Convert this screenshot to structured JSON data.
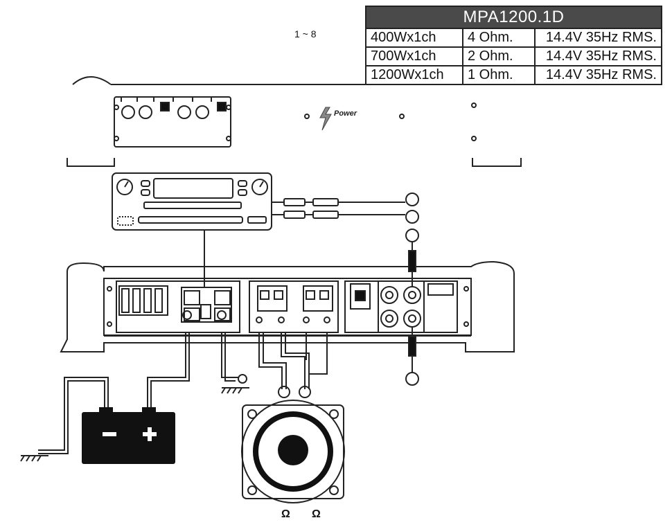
{
  "spec_table": {
    "title": "MPA1200.1D",
    "rows": [
      {
        "power": "400Wx1ch",
        "impedance": "4 Ohm.",
        "rating": "14.4V 35Hz RMS."
      },
      {
        "power": "700Wx1ch",
        "impedance": "2 Ohm.",
        "rating": "14.4V 35Hz RMS."
      },
      {
        "power": "1200Wx1ch",
        "impedance": "1 Ohm.",
        "rating": "14.4V 35Hz RMS."
      }
    ]
  },
  "range_label": "1 ~ 8",
  "brand_label": "Power",
  "speaker_terminals": [
    "Ω",
    "Ω"
  ],
  "colors": {
    "line": "#222222",
    "fill_dark": "#111111",
    "table_header": "#4a4a4a"
  }
}
